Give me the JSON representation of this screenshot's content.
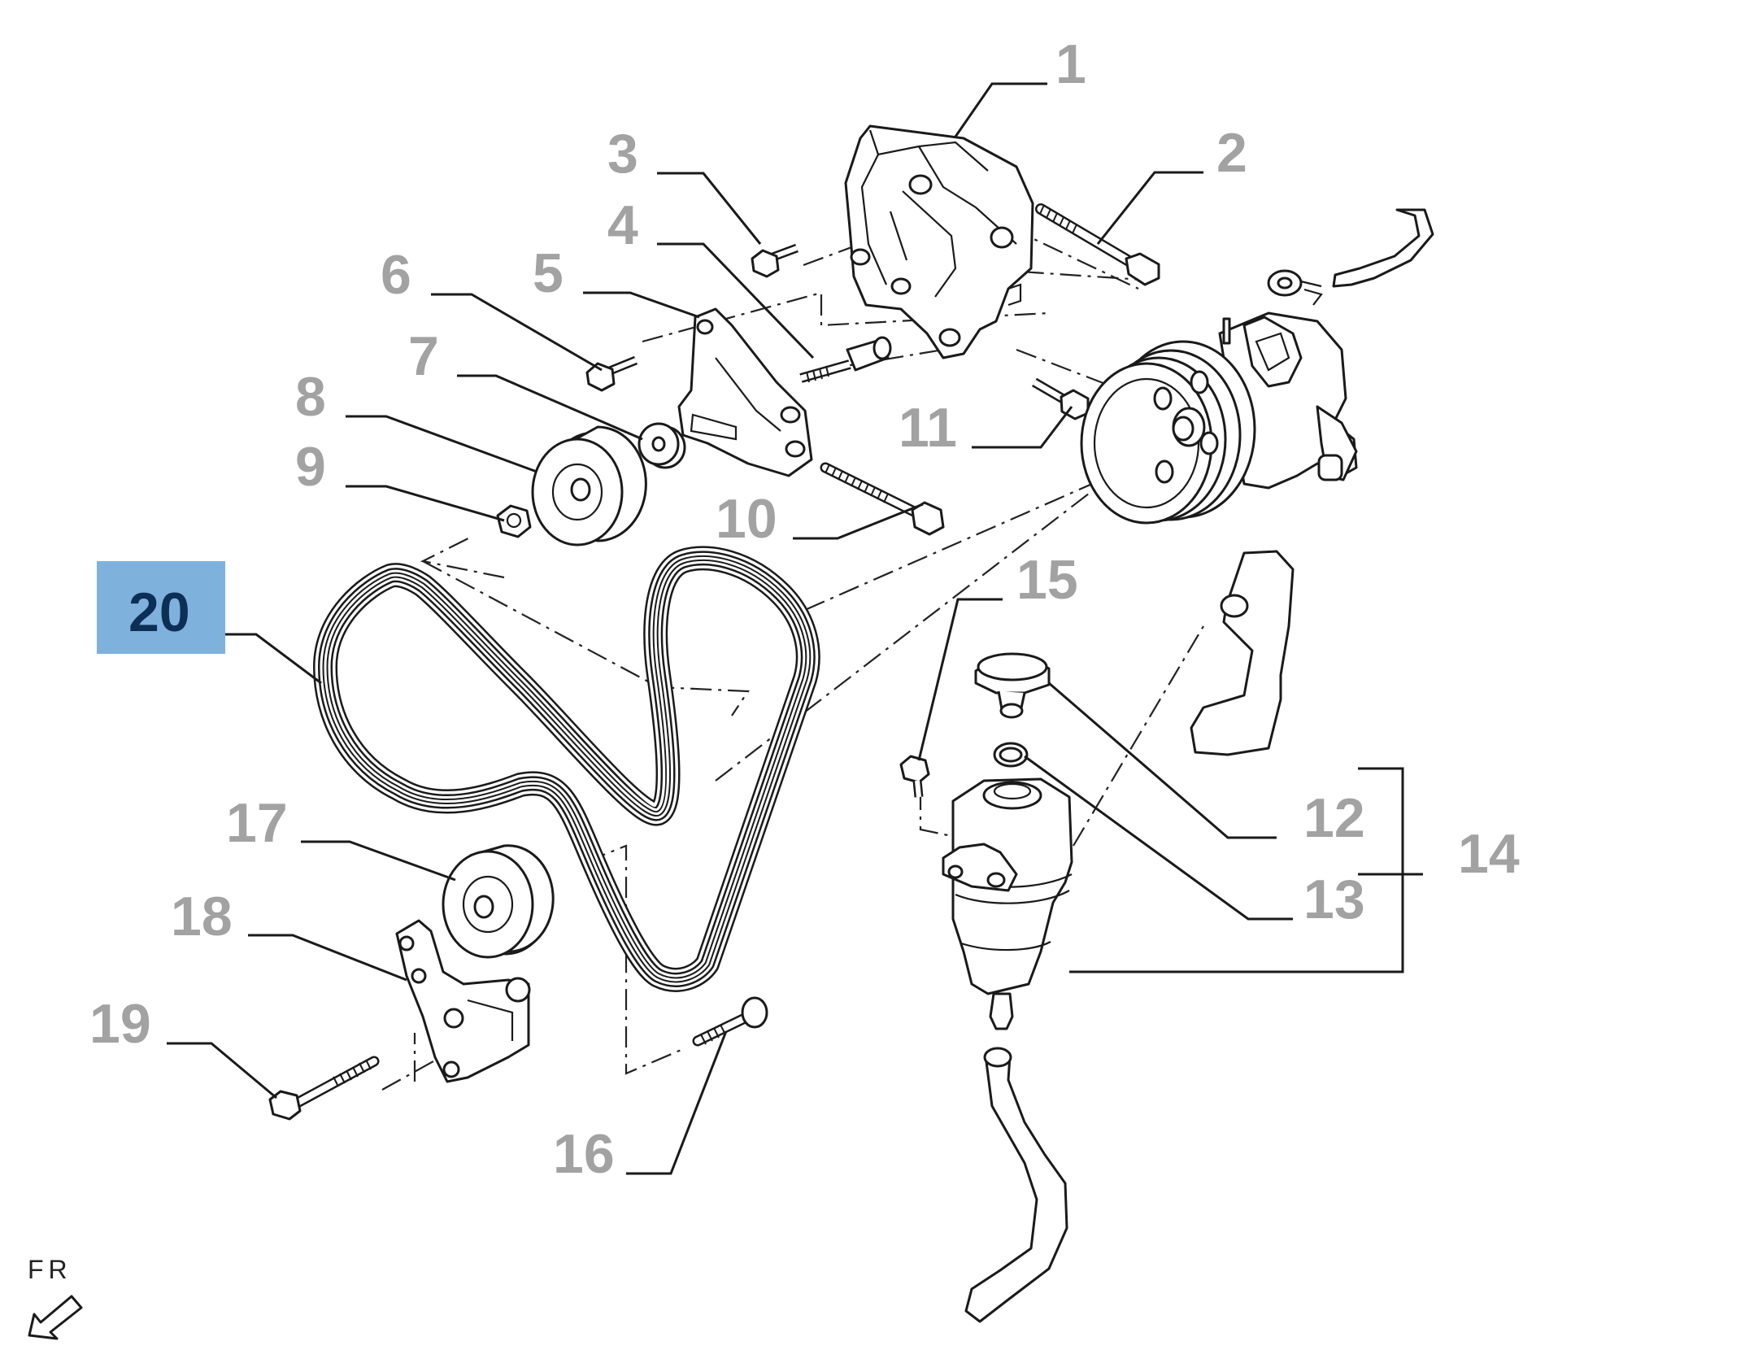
{
  "diagram": {
    "direction_label": "FR",
    "selected_callout": "20",
    "highlight_color": "#7fb1dd",
    "callout_color": "#a2a2a2",
    "selected_text_color": "#0d2f55",
    "callouts": {
      "c1": "1",
      "c2": "2",
      "c3": "3",
      "c4": "4",
      "c5": "5",
      "c6": "6",
      "c7": "7",
      "c8": "8",
      "c9": "9",
      "c10": "10",
      "c11": "11",
      "c12": "12",
      "c13": "13",
      "c14": "14",
      "c15": "15",
      "c16": "16",
      "c17": "17",
      "c18": "18",
      "c19": "19",
      "c20": "20"
    }
  }
}
